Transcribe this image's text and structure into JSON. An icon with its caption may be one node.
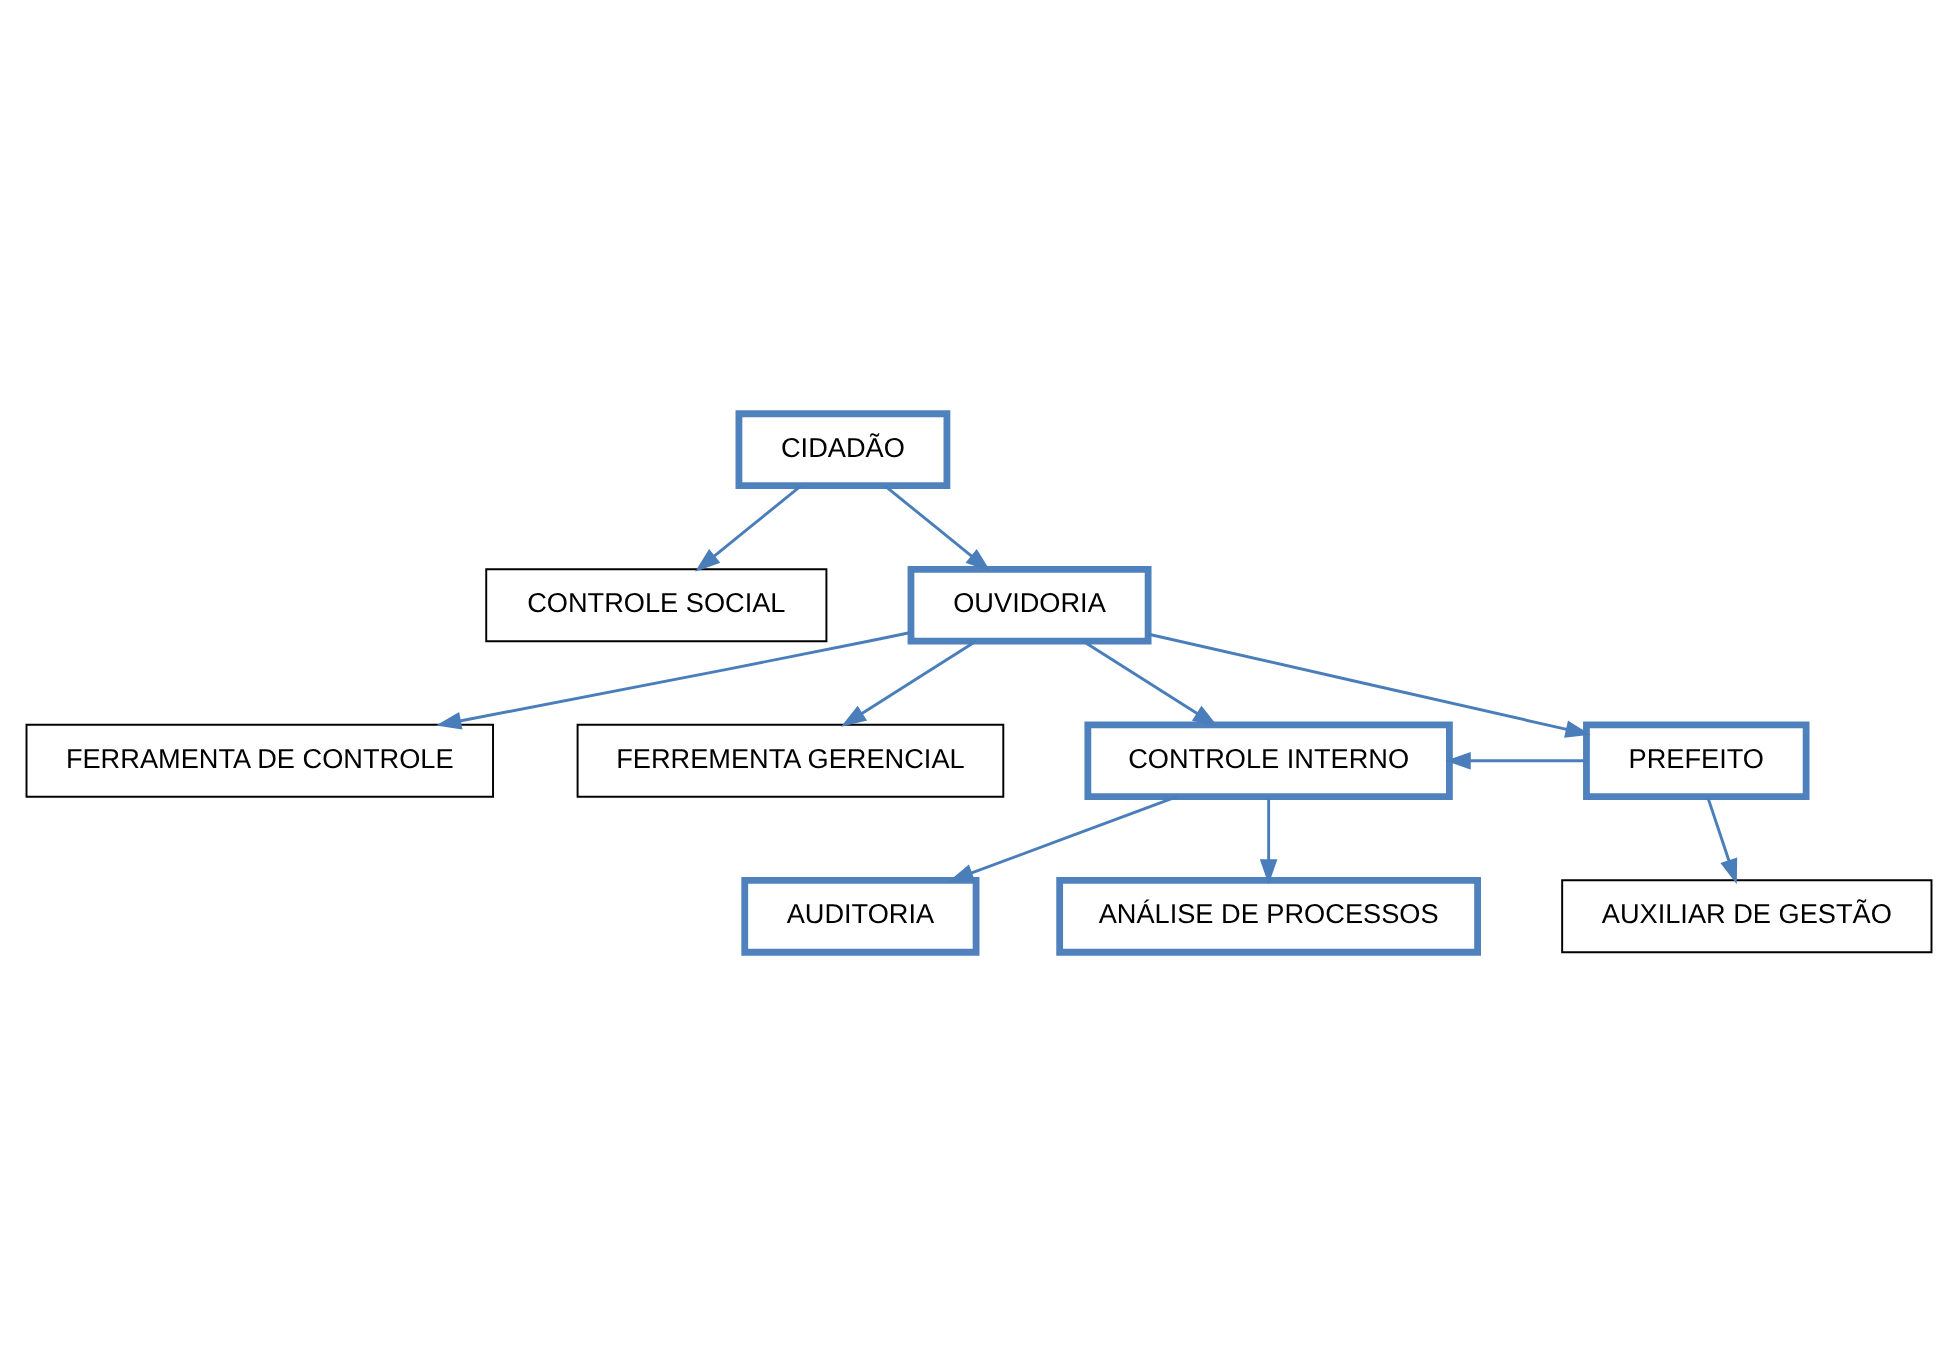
{
  "diagram": {
    "nodes": [
      {
        "text": [
          "CIDADÃO"
        ]
      },
      {
        "text": [
          "CONTROLE SOCIAL"
        ]
      },
      {
        "text": [
          "OUVIDORIA"
        ]
      },
      {
        "text": [
          "FERRAMENTA DE CONTROLE"
        ]
      },
      {
        "text": [
          "FERREMENTA GERENCIAL"
        ]
      },
      {
        "text": [
          "CONTROLE INTERNO"
        ]
      },
      {
        "text": [
          "PREFEITO"
        ]
      },
      {
        "text": [
          "AUXILIAR DE GESTÃO"
        ]
      },
      {
        "text": [
          "AUDITORIA"
        ]
      },
      {
        "text": [
          "ANÁLISE DE PROCESSOS"
        ]
      }
    ],
    "edges": [
      {
        "from": 0,
        "to": 2,
        "arrow": "to"
      },
      {
        "from": 0,
        "to": 1,
        "arrow": "to"
      },
      {
        "from": 2,
        "to": 3,
        "arrow": "to"
      },
      {
        "from": 2,
        "to": 4,
        "arrow": "to"
      },
      {
        "from": 2,
        "to": 5,
        "arrow": "to"
      },
      {
        "from": 2,
        "to": 6,
        "arrow": "to"
      },
      {
        "from": 6,
        "to": 5,
        "arrow": "to"
      },
      {
        "from": 6,
        "to": 7,
        "arrow": "to"
      },
      {
        "from": 5,
        "to": 8,
        "arrow": "to"
      },
      {
        "from": 5,
        "to": 9,
        "arrow": "to"
      }
    ]
  }
}
